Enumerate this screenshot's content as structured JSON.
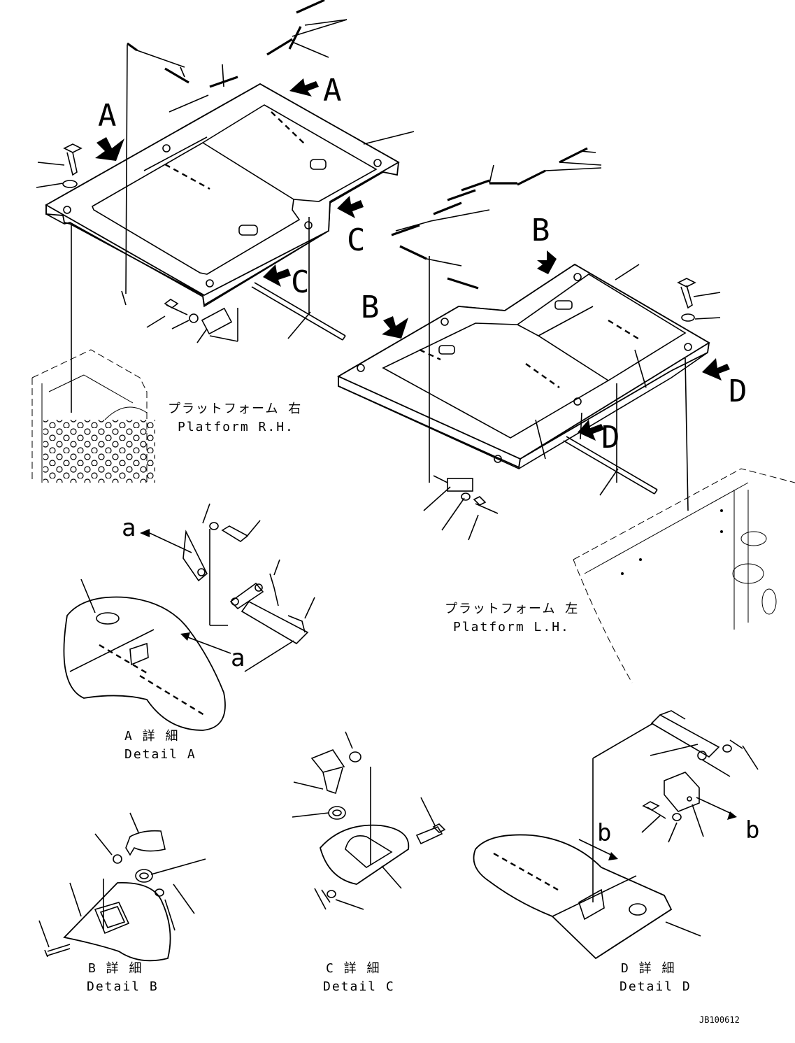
{
  "labels": {
    "platform_rh_jp": "プラットフォーム 右",
    "platform_rh_en": "Platform R.H.",
    "platform_lh_jp": "プラットフォーム 左",
    "platform_lh_en": "Platform L.H.",
    "detail_a_jp": "A 詳 細",
    "detail_a_en": "Detail A",
    "detail_b_jp": "B 詳 細",
    "detail_b_en": "Detail B",
    "detail_c_jp": "C 詳 細",
    "detail_c_en": "Detail C",
    "detail_d_jp": "D 詳 細",
    "detail_d_en": "Detail D",
    "drawing_code": "JB100612"
  },
  "callouts": {
    "A": "A",
    "B": "B",
    "C": "C",
    "D": "D",
    "a": "a",
    "b": "b"
  }
}
